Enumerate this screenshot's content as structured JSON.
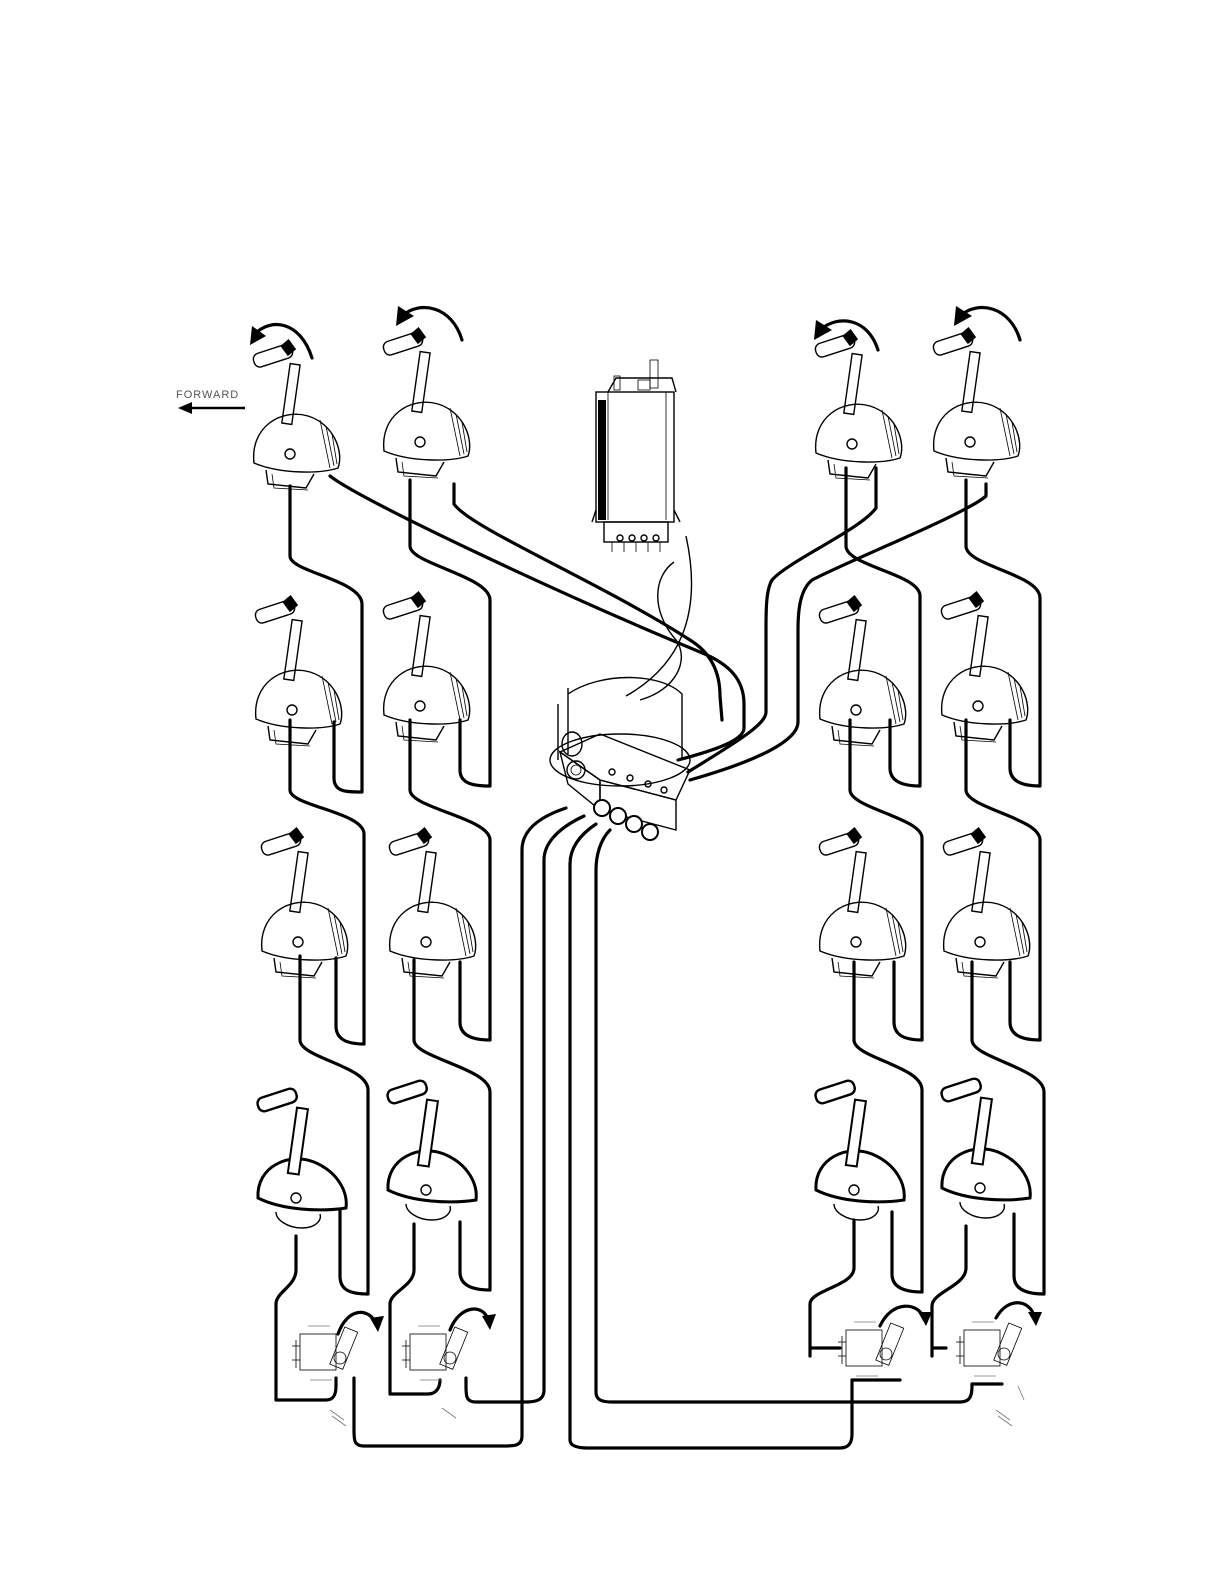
{
  "diagram": {
    "forward_label": "FORWARD",
    "ink_color": "#000000",
    "background_color": "#ffffff",
    "components": {
      "control_heads_left_columns": 2,
      "control_heads_right_columns": 2,
      "control_heads_per_column": 4,
      "actuators": 4,
      "central_junction": 1,
      "control_unit": 1
    }
  }
}
